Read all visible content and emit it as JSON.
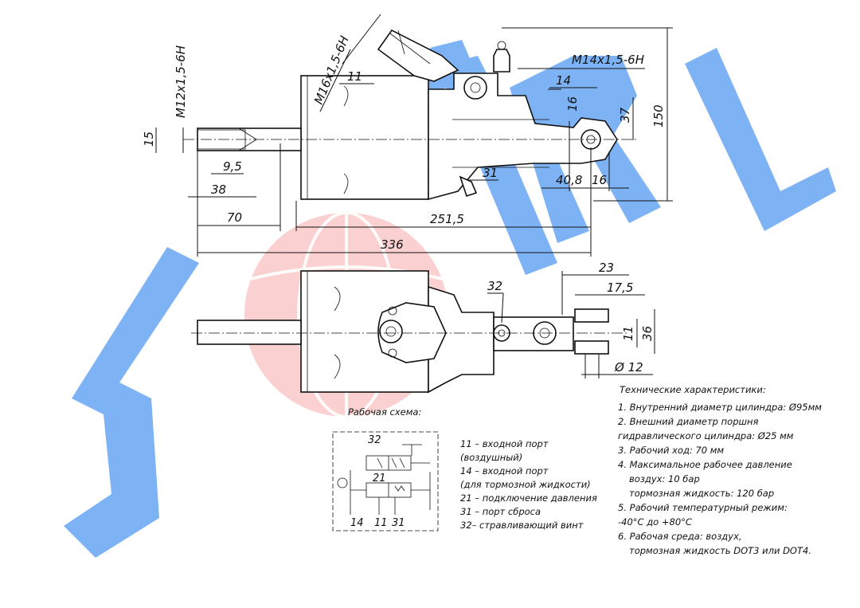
{
  "watermark": {
    "text": "SPRL",
    "blue": "#3f8ff0",
    "red": "#f25c5c"
  },
  "dimensions": {
    "thread_m12": "M12x1,5-6H",
    "thread_m16": "M16x1,5-6H",
    "thread_m14": "M14x1,5-6H",
    "d15": "15",
    "d9_5": "9,5",
    "d38": "38",
    "d70": "70",
    "d251_5": "251,5",
    "d336": "336",
    "d150": "150",
    "d37": "37",
    "d16a": "16",
    "d16b": "16",
    "d40_8": "40,8",
    "d23": "23",
    "d17_5": "17,5",
    "d11": "11",
    "d36": "36",
    "d12": "Ø 12"
  },
  "ports": {
    "p11": "11",
    "p14": "14",
    "p31": "31",
    "p32": "32"
  },
  "schematic": {
    "title": "Рабочая схема:",
    "labels": {
      "s32": "32",
      "s21": "21",
      "s14": "14",
      "s11": "11",
      "s31": "31"
    }
  },
  "legend": [
    "11 – входной порт",
    "(воздушный)",
    "14 – входной порт",
    "(для тормозной жидкости)",
    "21 – подключение давления",
    "31 – порт сброса",
    "32– стравливающий винт"
  ],
  "specs": {
    "title": "Технические характеристики:",
    "lines": [
      "1. Внутренний диаметр цилиндра: Ø95мм",
      "2. Внешний диаметр поршня",
      "гидравлического цилиндра: Ø25 мм",
      "3. Рабочий ход: 70 мм",
      "4. Максимальное рабочее давление",
      "воздух: 10 бар",
      "тормозная жидкость: 120 бар",
      "5. Рабочий температурный режим:",
      "-40°С до +80°С",
      "6. Рабочая среда: воздух,",
      "тормозная жидкость DOT3 или DOT4."
    ]
  }
}
